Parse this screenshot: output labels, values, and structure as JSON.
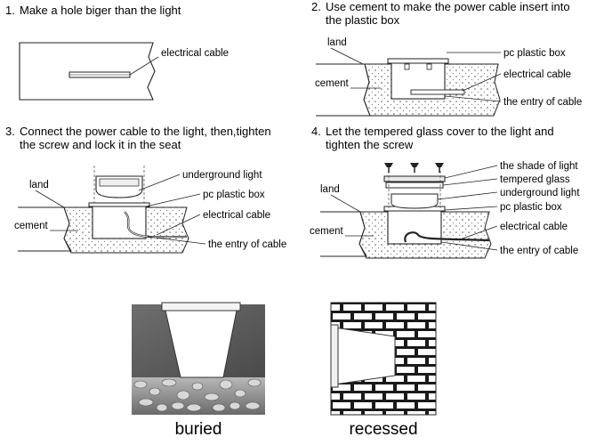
{
  "steps": [
    {
      "number": "1.",
      "lines": [
        "Make a hole biger than the light"
      ]
    },
    {
      "number": "2.",
      "lines": [
        "Use cement to make the power cable insert into",
        "the plastic box"
      ]
    },
    {
      "number": "3.",
      "lines": [
        "Connect the power cable to the light, then,tighten",
        "the screw and lock it in the seat"
      ]
    },
    {
      "number": "4.",
      "lines": [
        "Let the tempered glass cover to the light and",
        "tighten the screw"
      ]
    }
  ],
  "panel1": {
    "electrical_cable": "electrical cable"
  },
  "panel2": {
    "land": "land",
    "cement": "cement",
    "pc_plastic_box": "pc plastic box",
    "electrical_cable": "electrical cable",
    "entry_of_cable": "the entry of cable"
  },
  "panel3": {
    "land": "land",
    "cement": "cement",
    "underground_light": "underground  light",
    "pc_plastic_box": "pc plastic box",
    "electrical_cable": "electrical cable",
    "entry_of_cable": "the entry of cable"
  },
  "panel4": {
    "land": "land",
    "cement": "cement",
    "shade_of_light": "the shade of light",
    "tempered_glass": "tempered glass",
    "underground_light": "underground  light",
    "pc_plastic_box": "pc plastic box",
    "electrical_cable": "electrical cable",
    "entry_of_cable": "the entry of cable"
  },
  "bottom": {
    "buried": "buried",
    "recessed": "recessed"
  }
}
